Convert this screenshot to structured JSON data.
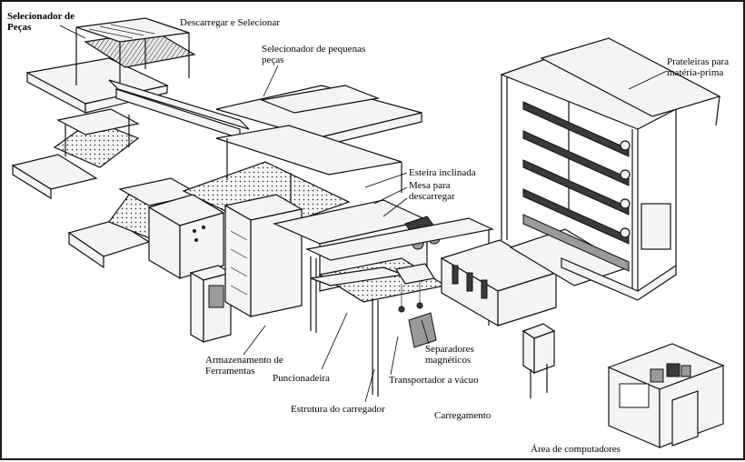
{
  "labels": {
    "selecionador_pecas": "Selecionador de\nPeças",
    "descarregar_selecionar": "Descarregar e Selecionar",
    "selecionador_pequenas": "Selecionador de pequenas\npeças",
    "prateleiras": "Prateleiras para\nmatéria-prima",
    "esteira": "Esteira inclinada",
    "mesa": "Mesa para\ndescarregar",
    "armazenamento": "Armazenamento de\nFerramentas",
    "separadores": "Separadores\nmagnéticos",
    "puncionadeira": "Puncionadeira",
    "transportador": "Transportador a vácuo",
    "estrutura": "Estrutura do carregador",
    "carregamento": "Carregamento",
    "area_computadores": "Área de computadores"
  }
}
